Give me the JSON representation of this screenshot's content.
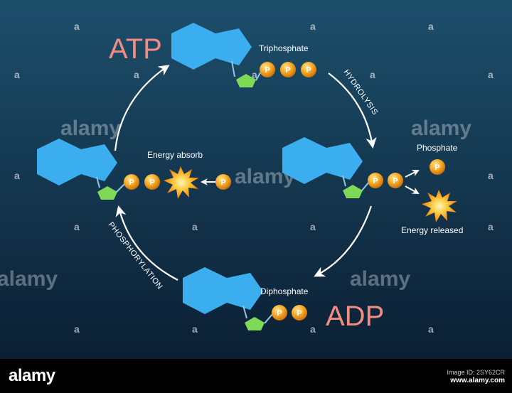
{
  "labels": {
    "atp": "ATP",
    "adp": "ADP",
    "triphosphate": "Triphosphate",
    "diphosphate": "Diphosphate",
    "phosphate": "Phosphate",
    "energy_absorb": "Energy absorb",
    "energy_released": "Energy released",
    "hydrolysis": "HYDROLYSIS",
    "phosphorylation": "PHOSPHORYLATION",
    "phosphate_symbol": "P"
  },
  "watermark": {
    "text": "alamy",
    "mark": "a"
  },
  "footer": {
    "logo": "alamy",
    "image_id": "Image ID: 2SY62CR",
    "site": "www.alamy.com"
  },
  "colors": {
    "background_top": "#1d4f6c",
    "background_bottom": "#0b1f33",
    "hexagon": "#3aaeee",
    "pentagon": "#7ed957",
    "phosphate": "#f5a623",
    "title_text": "#f28b82",
    "arrow": "#ffffff"
  }
}
